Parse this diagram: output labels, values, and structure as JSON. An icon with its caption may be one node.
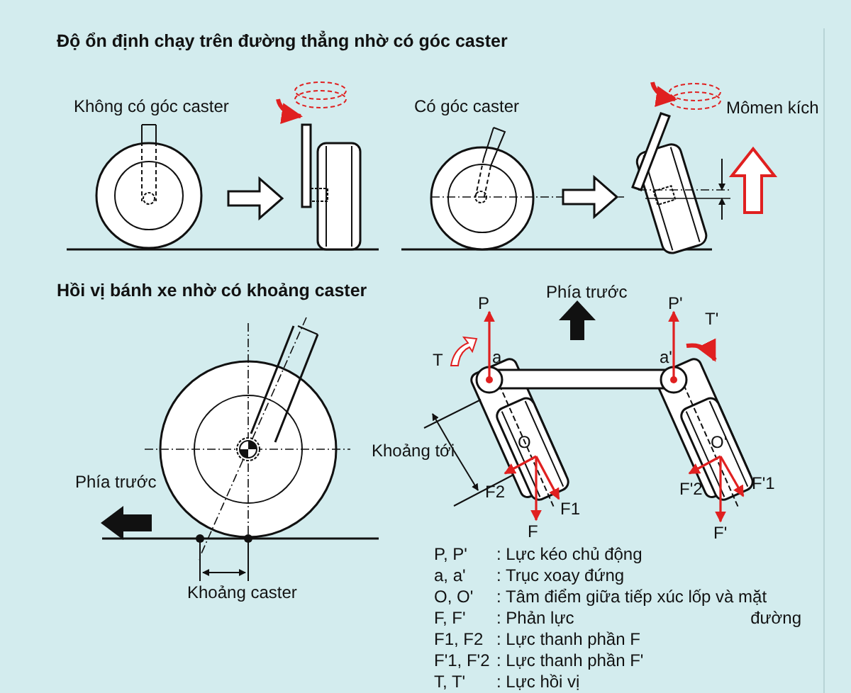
{
  "diagram": {
    "labels": [
      "Độ ổn định chạy trên đường thẳng nhờ có góc caster",
      "Không có góc caster",
      "Có góc caster",
      "Mômen kích",
      "Hồi vị bánh xe nhờ có khoảng caster",
      "P",
      "Phía trước",
      "P'",
      "T",
      "a",
      "a'",
      "T'",
      "Khoảng tới",
      "O",
      "O'",
      "Phía trước",
      "F2",
      "F'2",
      "F'1",
      "F1",
      "F",
      "F'",
      "Khoảng caster",
      "P, P'",
      ": Lực kéo chủ động",
      "a, a'",
      ": Trục xoay đứng",
      "O, O'",
      ": Tâm điểm giữa tiếp xúc lốp và mặt đường",
      "F, F'",
      ": Phản lực",
      "F1, F2",
      ": Lực thanh phần F",
      "F'1, F'2",
      ": Lực thanh phần F'",
      "T, T'",
      ": Lực hồi vị"
    ]
  }
}
